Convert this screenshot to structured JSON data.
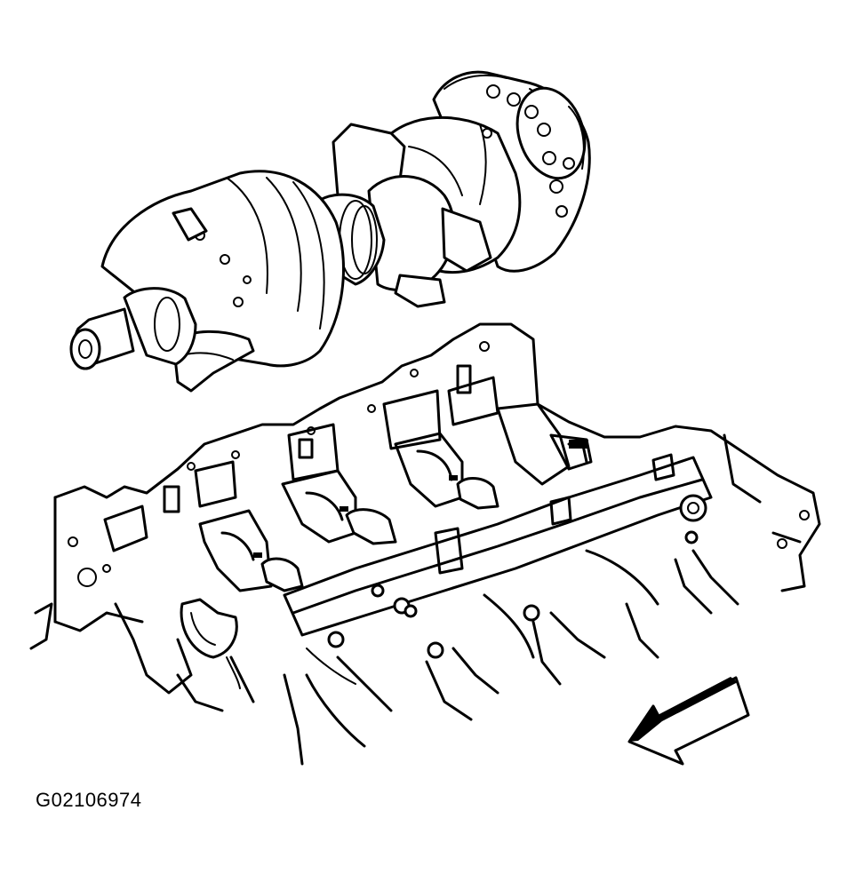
{
  "figure": {
    "code": "G02106974",
    "parts": [
      "crankshaft",
      "engine-block",
      "direction-arrow"
    ]
  }
}
